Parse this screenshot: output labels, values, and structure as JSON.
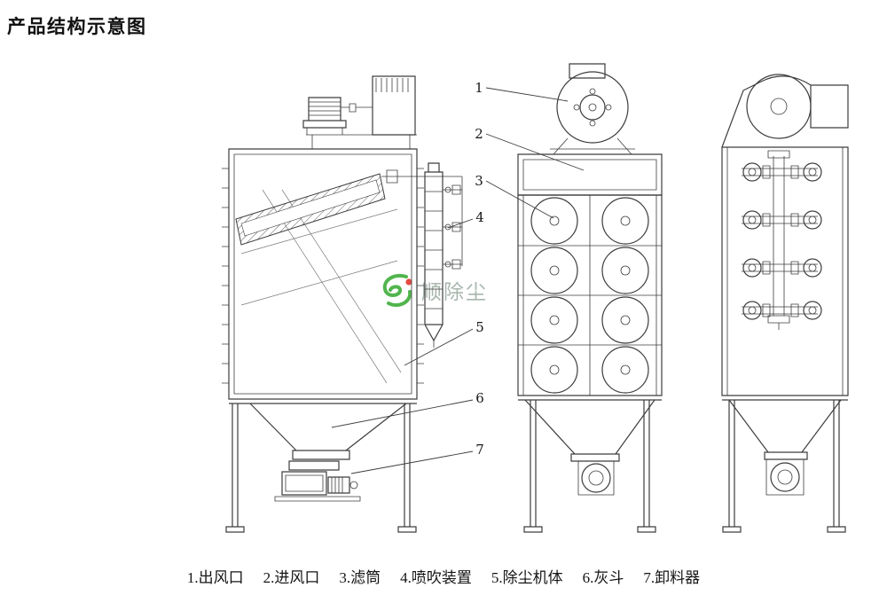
{
  "page": {
    "title": "产品结构示意图"
  },
  "watermark": {
    "text": "顺除尘"
  },
  "colors": {
    "line": "#3d3d3d",
    "text": "#111111",
    "watermark_green": "#3fae3a",
    "watermark_red": "#e2382e",
    "watermark_text": "#9fb0a6"
  },
  "callouts": [
    "1",
    "2",
    "3",
    "4",
    "5",
    "6",
    "7"
  ],
  "legend": {
    "items": [
      {
        "text": "1.出风口"
      },
      {
        "text": "2.进风口"
      },
      {
        "text": "3.滤筒"
      },
      {
        "text": "4.喷吹装置"
      },
      {
        "text": "5.除尘机体"
      },
      {
        "text": "6.灰斗"
      },
      {
        "text": "7.卸料器"
      }
    ]
  }
}
